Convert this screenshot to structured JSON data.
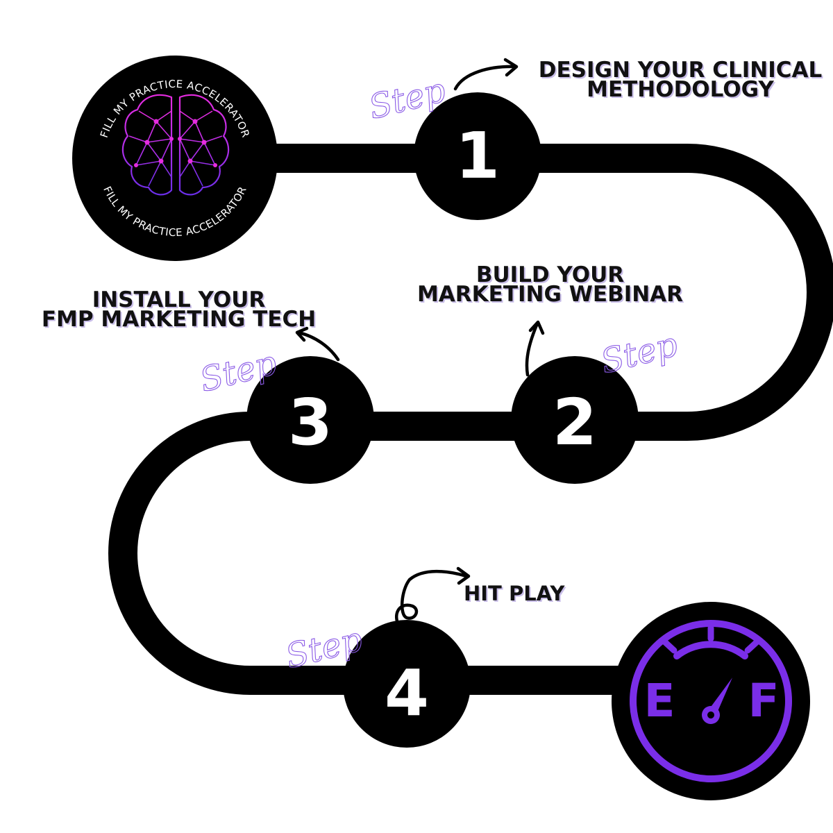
{
  "logo": {
    "ring_text": "FILL MY PRACTICE ACCELERATOR",
    "ring_text_2": "FILL MY PRACTICE ACCELERATOR",
    "brain_colors": [
      "#e62ce0",
      "#b42ee8",
      "#6a2ee8"
    ]
  },
  "steps": [
    {
      "number": "1",
      "script": "Step",
      "title_lines": [
        "DESIGN YOUR CLINICAL",
        "METHODOLOGY"
      ]
    },
    {
      "number": "2",
      "script": "Step",
      "title_lines": [
        "BUILD YOUR",
        "MARKETING WEBINAR"
      ]
    },
    {
      "number": "3",
      "script": "Step",
      "title_lines": [
        "INSTALL YOUR",
        "FMP MARKETING TECH"
      ]
    },
    {
      "number": "4",
      "script": "Step",
      "title_lines": [
        "HIT PLAY"
      ]
    }
  ],
  "gauge": {
    "empty_label": "E",
    "full_label": "F",
    "needle_level": 0.75,
    "color": "#7a2ee8"
  },
  "colors": {
    "path": "#000000",
    "accent": "#8a5ae6",
    "title_shadow": "#c8bde8"
  }
}
